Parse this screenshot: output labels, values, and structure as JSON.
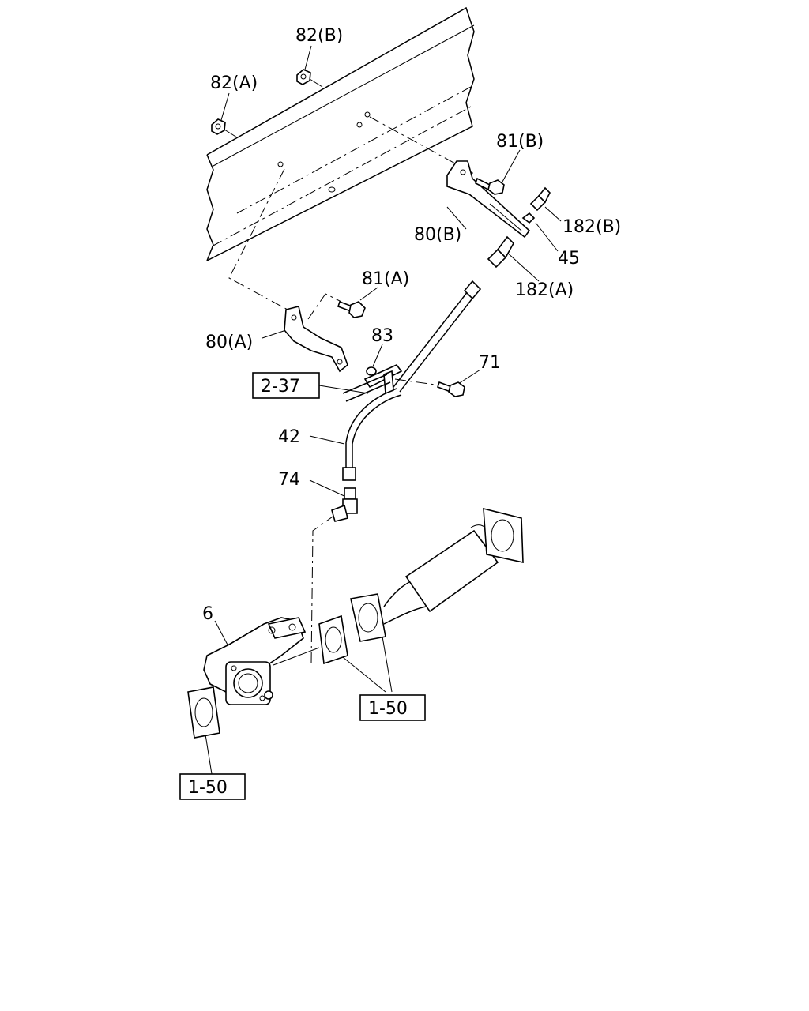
{
  "labels": {
    "nut_82b": "82(B)",
    "nut_82a": "82(A)",
    "bolt_81b": "81(B)",
    "fitting_182b": "182(B)",
    "bracket_80b": "80(B)",
    "washer_45": "45",
    "fitting_182a": "182(A)",
    "bolt_81a": "81(A)",
    "bracket_80a": "80(A)",
    "clip_83": "83",
    "bolt_71": "71",
    "pipe_42": "42",
    "elbow_74": "74",
    "valve_6": "6"
  },
  "references": {
    "ref_2_37": "2-37",
    "ref_1_50_right": "1-50",
    "ref_1_50_left": "1-50"
  }
}
